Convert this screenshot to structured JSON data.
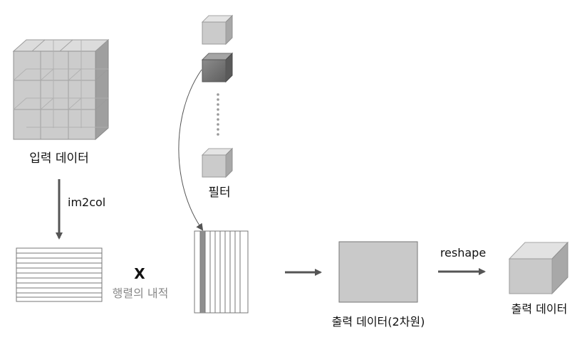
{
  "labels": {
    "input_data": "입력 데이터",
    "im2col": "im2col",
    "filter": "필터",
    "multiply": "X",
    "dot_product": "행렬의 내적",
    "output_data_2d": "출력 데이터(2차원)",
    "reshape": "reshape",
    "output_data": "출력 데이터"
  },
  "colors": {
    "cube_front": "#c9c9c9",
    "cube_top": "#e3e3e3",
    "cube_side": "#a9a9a9",
    "cube_dark_front": "#7a7a7a",
    "arrow": "#555555",
    "dot_product_text": "#888888"
  }
}
